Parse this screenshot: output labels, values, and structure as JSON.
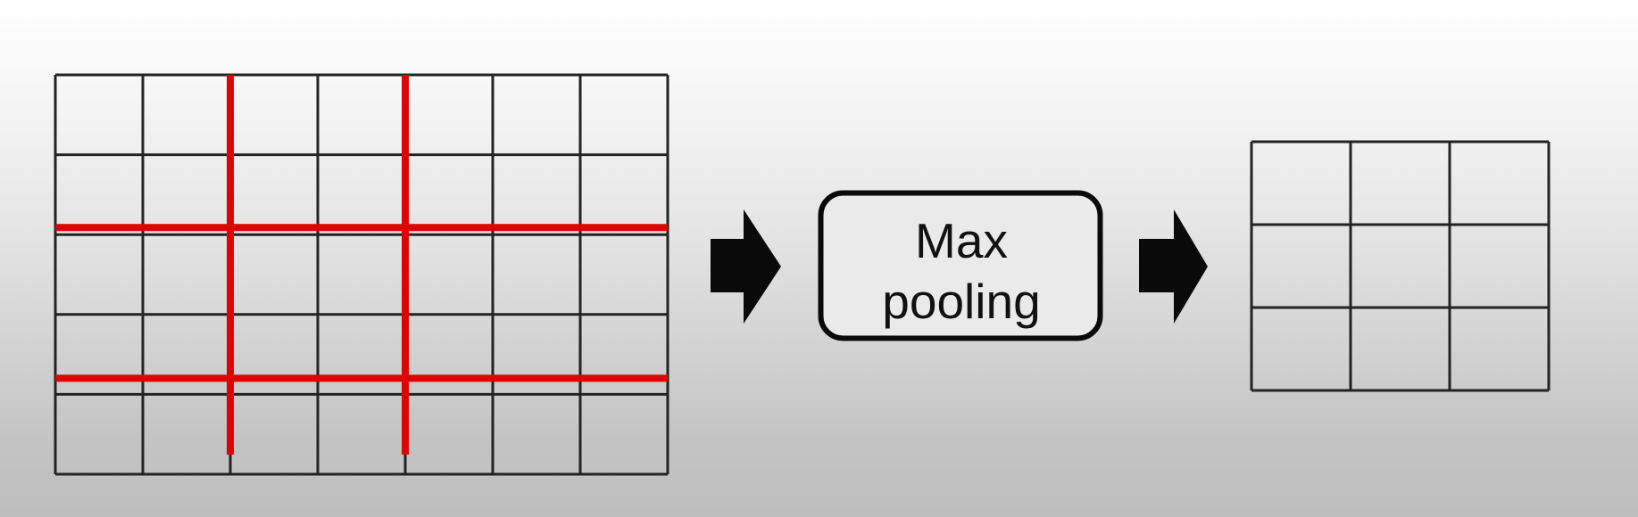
{
  "diagram": {
    "kind": "max-pooling-illustration",
    "input_grid": {
      "columns": 7,
      "rows": 5,
      "red_column_boundaries": [
        2,
        4
      ],
      "red_row_boundaries": [
        2,
        4
      ]
    },
    "operation_box": {
      "label_line1": "Max",
      "label_line2": "pooling"
    },
    "output_grid": {
      "columns": 3,
      "rows": 3
    },
    "arrow_count": 2
  },
  "colors": {
    "grid_line": "#232323",
    "red_highlight": "#dd0404",
    "arrow_fill": "#0a0a0a",
    "box_fill": "#eaeaea",
    "box_border": "#0a0a0a",
    "label_text": "#111111",
    "background_top": "#ffffff",
    "background_bottom": "#bebebe"
  }
}
